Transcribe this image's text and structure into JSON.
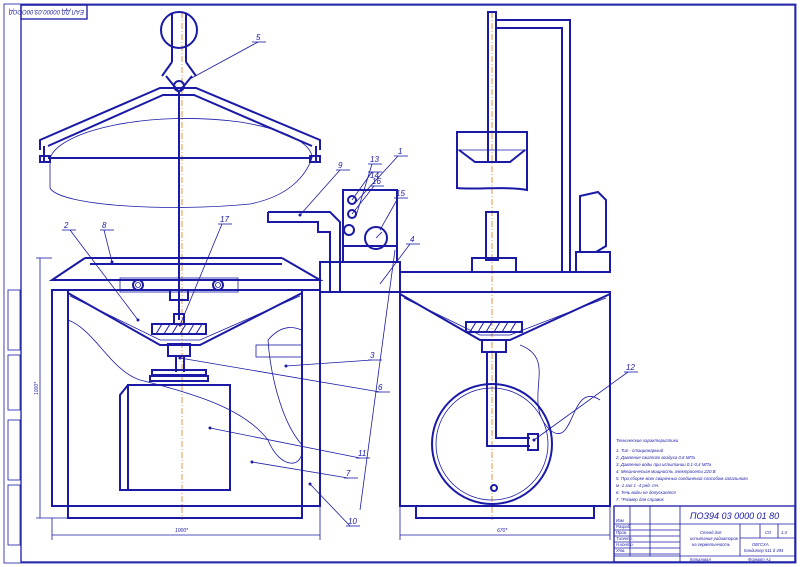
{
  "corner_stamp": "ЕАЛ ДД.00000.03.00ОООД",
  "callouts": [
    "5",
    "2",
    "8",
    "17",
    "9",
    "13",
    "14",
    "15",
    "1",
    "4",
    "3",
    "16",
    "6",
    "11",
    "7",
    "10",
    "12"
  ],
  "dimensions": {
    "height_left": "1000*",
    "width_left": "1000*",
    "width_right": "670*"
  },
  "notes": {
    "title": "Технические характеристики",
    "items": [
      "1. Тип - стационарный",
      "2. Давление сжатого воздуха 0,6 МПа",
      "3. Давление воды при испытании 0,1-0,4 МПа",
      "4. Механическая мощность электросети 220 В",
      "5. При сборке всех сварочных соединений способом запального",
      "  м -1 гал 1 -4 ряд- тч.",
      "6. Течь воды не допускается",
      "7. *Размер для справок"
    ]
  },
  "title_block": {
    "doc_number": "ПОЗ94 03 0000 01 80",
    "name_lines": [
      "Стенд для",
      "испытания радиаторов",
      "на герметичность"
    ],
    "sheet": "СО",
    "scale": "1:4",
    "org_lines": [
      "ОБГСХА",
      "Кондитер 511 д 494"
    ],
    "footer_left": "Копировал",
    "footer_right": "Формат   А1",
    "roles": [
      "Изм",
      "Разраб.",
      "Пров.",
      "Т.контр.",
      "Н.контр.",
      "Утв."
    ]
  }
}
